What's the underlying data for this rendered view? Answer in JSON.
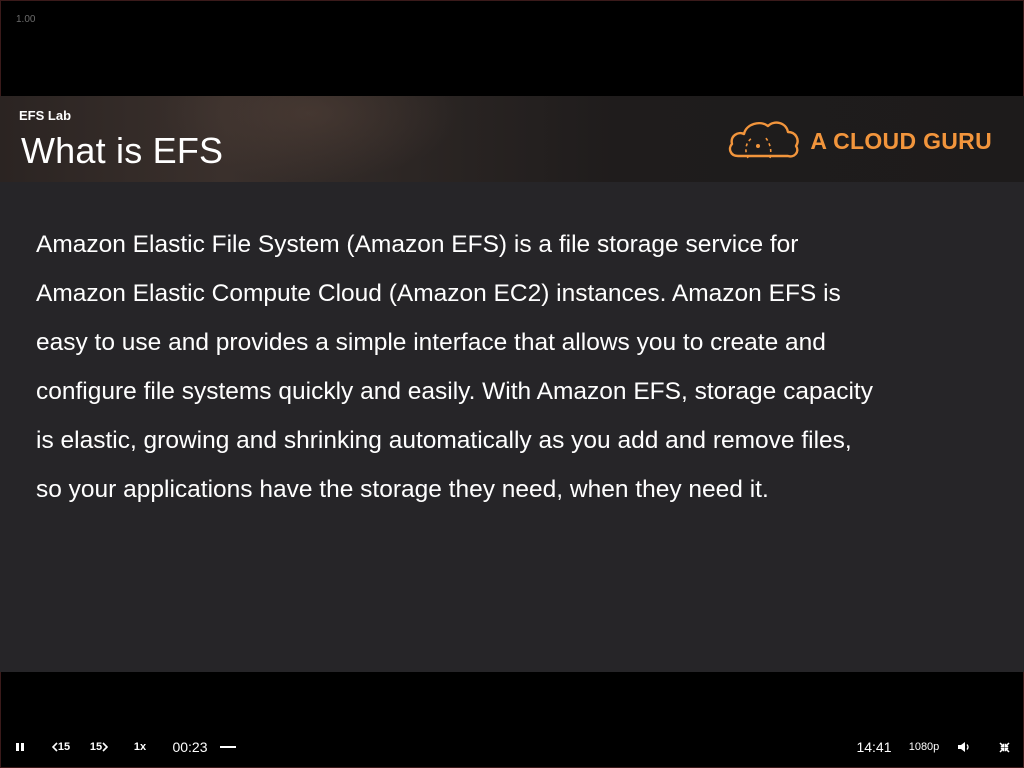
{
  "player": {
    "speed_indicator": "1.00",
    "playback_rate": "1x",
    "current_time": "00:23",
    "duration": "14:41",
    "quality": "1080p",
    "rewind_seconds": "15",
    "forward_seconds": "15",
    "progress_fraction": 0.026
  },
  "slide": {
    "subtitle": "EFS Lab",
    "title": "What is EFS",
    "brand_name": "A CLOUD GURU",
    "brand_color": "#f2953c",
    "lines": [
      "Amazon Elastic File System (Amazon EFS) is a file storage service for",
      "Amazon Elastic Compute Cloud (Amazon EC2) instances. Amazon EFS is",
      "easy to use and provides a simple interface that allows you to create and",
      "configure file systems quickly and easily. With Amazon EFS, storage capacity",
      "is elastic, growing and shrinking automatically as you add and remove files,",
      "so your applications have the storage they need, when they need it."
    ]
  },
  "icons": {
    "pause": "pause-icon",
    "rewind": "rewind-15-icon",
    "forward": "forward-15-icon",
    "volume": "volume-icon",
    "exit_fullscreen": "exit-fullscreen-icon",
    "logo": "cloud-logo-icon"
  }
}
